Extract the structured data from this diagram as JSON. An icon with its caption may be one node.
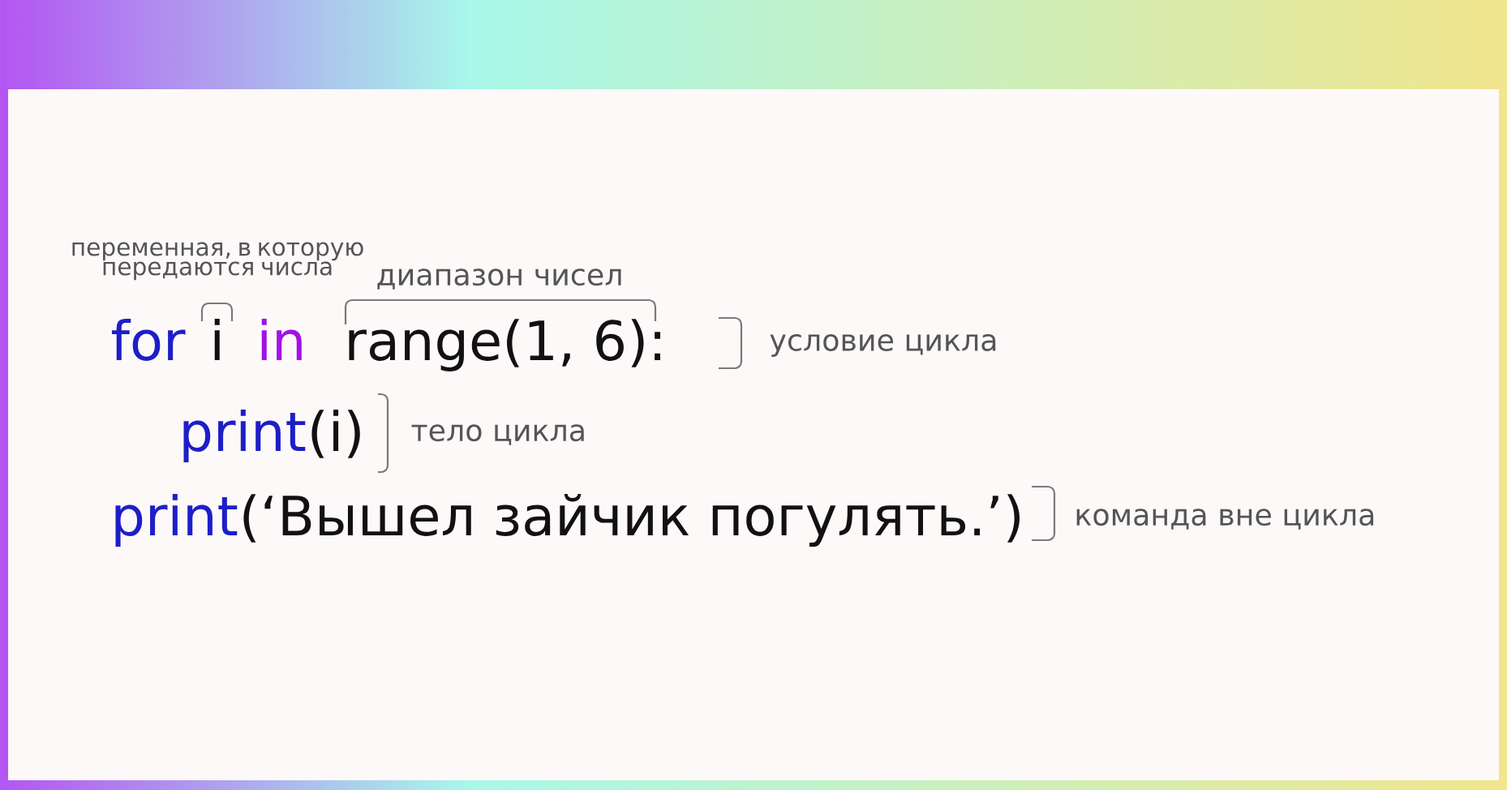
{
  "diagram": {
    "labels": [
      "переменная, в которую передаются числа",
      "диапазон чисел",
      "for",
      "i",
      "in",
      "range(1, 6):",
      "условие цикла",
      "print",
      "(i)",
      "тело цикла",
      "print",
      "(‘Вышел зайчик погулять.’)",
      "команда вне цикла"
    ]
  }
}
